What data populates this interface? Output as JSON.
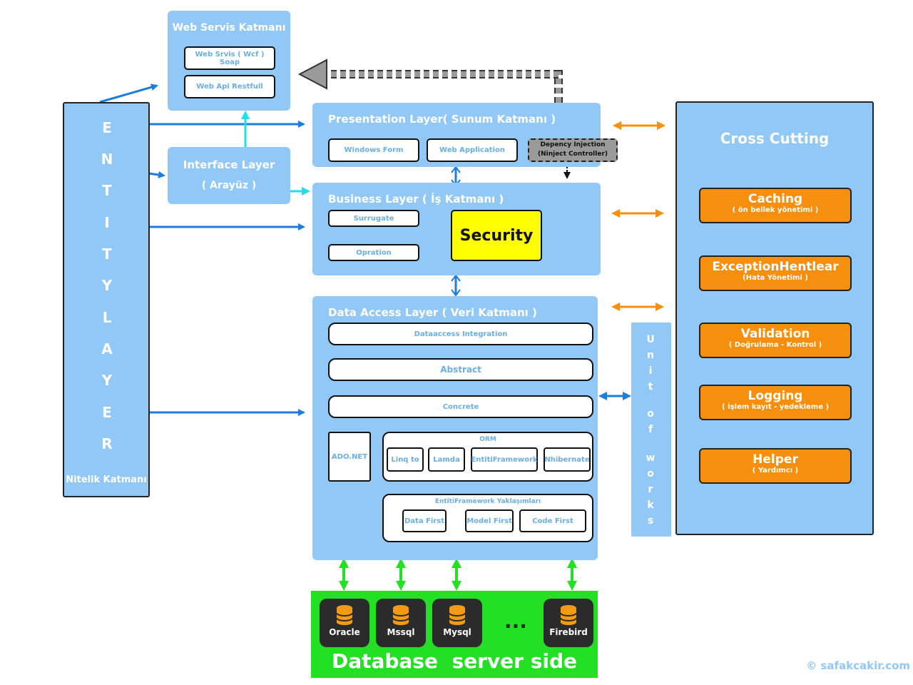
{
  "web_service": {
    "title": "Web Servis Katmanı",
    "items": [
      "Web Srvis ( Wcf ) Soap",
      "Web Api Restfull"
    ]
  },
  "entity_layer": {
    "letters": [
      "E",
      "N",
      "T",
      "I",
      "T",
      "Y",
      "L",
      "A",
      "Y",
      "E",
      "R"
    ],
    "label": "Nitelik Katmanı"
  },
  "interface_layer": {
    "title": "Interface Layer",
    "subtitle": "( Arayüz )"
  },
  "presentation": {
    "title": "Presentation Layer( Sunum Katmanı )",
    "items": [
      "Windows Form",
      "Web Application"
    ],
    "di": "Depency Injection (Ninject Controller)"
  },
  "business": {
    "title": "Business Layer ( İş Katmanı )",
    "surrugate": "Surrugate",
    "opration": "Opration",
    "security": "Security"
  },
  "data_access": {
    "title": "Data Access Layer ( Veri Katmanı )",
    "integration": "Dataaccess Integration",
    "abstract": "Abstract",
    "concrete": "Concrete",
    "adonet": "ADO.NET",
    "orm": {
      "label": "ORM",
      "items": [
        "Linq to",
        "Lamda",
        "EntitiFramework",
        "Nhibernate"
      ]
    },
    "ef": {
      "label": "EntitiFramework Yaklaşımları",
      "items": [
        "Data First",
        "Model First",
        "Code First"
      ]
    }
  },
  "unit_of_works": {
    "letters": [
      "U",
      "n",
      "i",
      "t",
      "o",
      "f",
      "w",
      "o",
      "r",
      "k",
      "s"
    ]
  },
  "cross_cutting": {
    "title": "Cross Cutting",
    "items": [
      {
        "title": "Caching",
        "sub": "( ön bellek yönetimi )"
      },
      {
        "title": "ExceptionHentlear",
        "sub": "(Hata Yönetimi )"
      },
      {
        "title": "Validation",
        "sub": "( Doğrulama - Kontrol )"
      },
      {
        "title": "Logging",
        "sub": "( İşlem kayıt - yedekleme )"
      },
      {
        "title": "Helper",
        "sub": "( Yardımcı )"
      }
    ]
  },
  "database": {
    "label": "Database  server side",
    "items": [
      "Oracle",
      "Mssql",
      "Mysql",
      "Firebird"
    ],
    "ellipsis": "..."
  },
  "watermark": "© safakcakir.com",
  "colors": {
    "panel": "#92c8f5",
    "blue_arrow": "#1c7ddb",
    "cyan_arrow": "#1fe0ea",
    "orange": "#f78f0e",
    "green": "#24e024",
    "security": "#ffff00",
    "di_box": "#9a9a9a"
  }
}
